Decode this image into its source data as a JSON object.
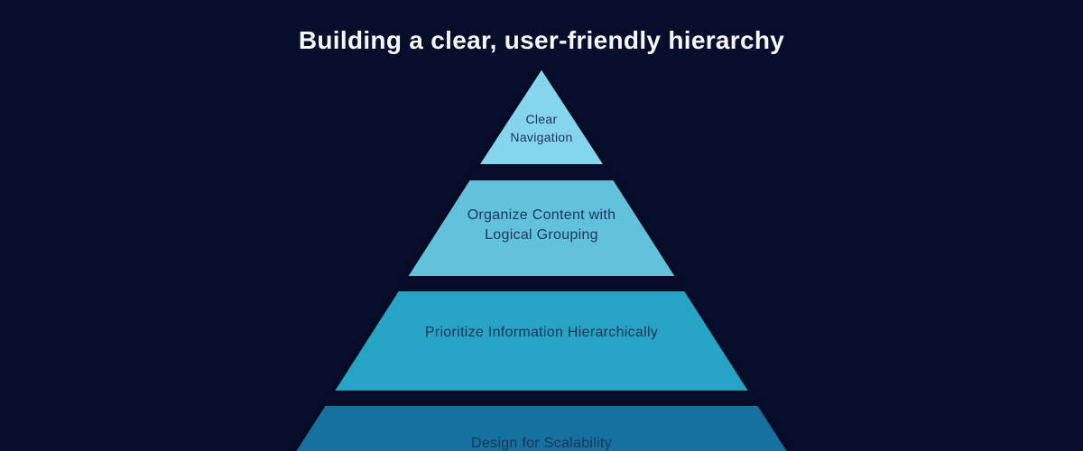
{
  "title": "Building a clear, user-friendly hierarchy",
  "pyramid": {
    "levels": [
      {
        "name": "level-1",
        "label": "Clear Navigation",
        "lines": [
          "Clear",
          "Navigation"
        ],
        "color": "#85d6ec"
      },
      {
        "name": "level-2",
        "label": "Organize Content with Logical Grouping",
        "lines": [
          "Organize Content with",
          "Logical Grouping"
        ],
        "color": "#62c2dc"
      },
      {
        "name": "level-3",
        "label": "Prioritize Information Hierarchically",
        "lines": [
          "Prioritize Information Hierarchically"
        ],
        "color": "#27a3c3"
      },
      {
        "name": "level-4",
        "label": "Design for Scalability",
        "lines": [
          "Design for Scalability"
        ],
        "color": "#15729e"
      }
    ]
  },
  "colors": {
    "background": "#070e2b",
    "shape_outline": "#060c24",
    "title_text": "#f6f7fb",
    "label_text": "#16365c"
  }
}
